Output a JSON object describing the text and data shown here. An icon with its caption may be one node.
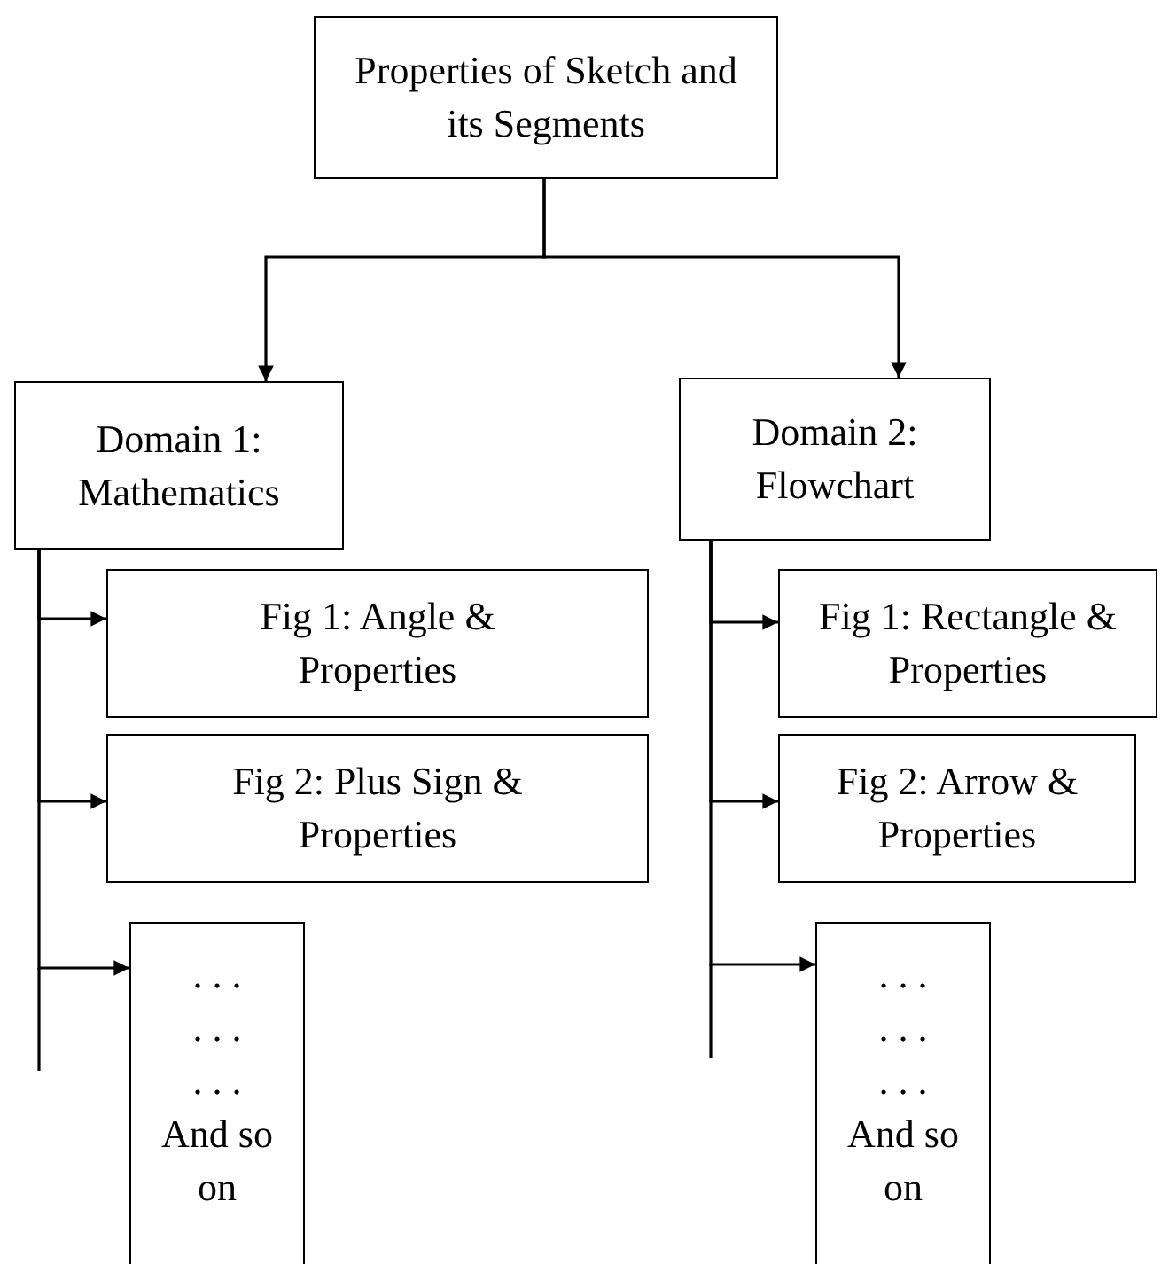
{
  "diagram": {
    "nodes": [
      {
        "text": [
          "Properties of Sketch and its Segments"
        ]
      },
      {
        "text": [
          "Domain 1: Mathematics"
        ]
      },
      {
        "text": [
          "Fig 1: Angle & Properties"
        ]
      },
      {
        "text": [
          "Fig 2: Plus Sign & Properties"
        ]
      },
      {
        "text": [
          ". . .",
          ". . .",
          ". . .",
          "And so on"
        ]
      },
      {
        "text": [
          "Domain 2: Flowchart"
        ]
      },
      {
        "text": [
          "Fig 1: Rectangle & Properties"
        ]
      },
      {
        "text": [
          "Fig 2: Arrow & Properties"
        ]
      },
      {
        "text": [
          ". . .",
          ". . .",
          ". . .",
          "And so on"
        ]
      }
    ],
    "edges": [
      {
        "from": 0,
        "to": 1,
        "arrow": "to"
      },
      {
        "from": 0,
        "to": 5,
        "arrow": "to"
      },
      {
        "from": 1,
        "to": 2,
        "arrow": "to"
      },
      {
        "from": 1,
        "to": 3,
        "arrow": "to"
      },
      {
        "from": 1,
        "to": 4,
        "arrow": "to"
      },
      {
        "from": 5,
        "to": 6,
        "arrow": "to"
      },
      {
        "from": 5,
        "to": 7,
        "arrow": "to"
      },
      {
        "from": 5,
        "to": 8,
        "arrow": "to"
      }
    ]
  }
}
